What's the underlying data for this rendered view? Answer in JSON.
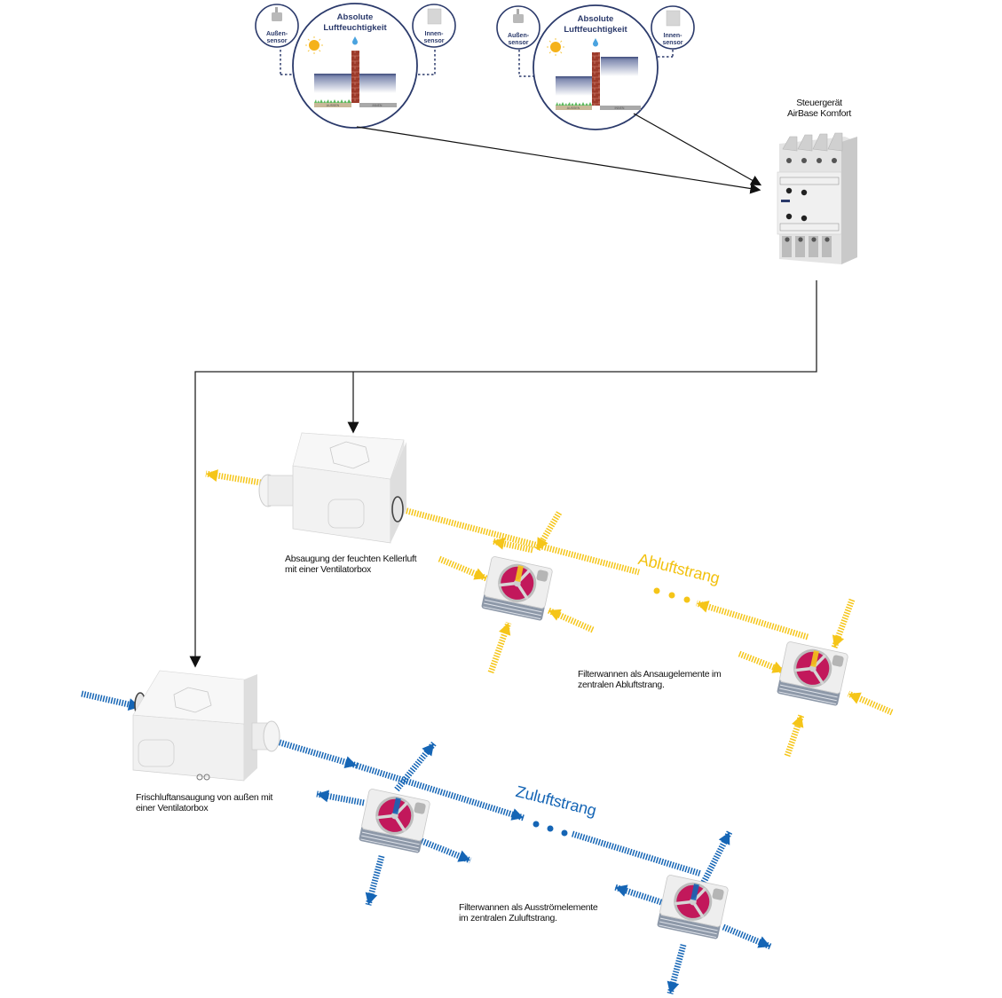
{
  "colors": {
    "exhaust": "#f5c518",
    "supply": "#1565b5",
    "navy": "#2b3a6b",
    "brick": "#9c3a2a",
    "filter_center": "#c2185b",
    "line": "#222222"
  },
  "humidity_panels": [
    {
      "id": "equal",
      "title_line1": "Absolute",
      "title_line2": "Luftfeuchtigkeit",
      "outside_sensor_line1": "Außen-",
      "outside_sensor_line2": "sensor",
      "inside_sensor_line1": "Innen-",
      "inside_sensor_line2": "sensor",
      "ground_left": "AUSSEN",
      "ground_right": "INNEN",
      "outside_level": 0.5,
      "inside_level": 0.5
    },
    {
      "id": "inside-higher",
      "title_line1": "Absolute",
      "title_line2": "Luftfeuchtigkeit",
      "outside_sensor_line1": "Außen-",
      "outside_sensor_line2": "sensor",
      "inside_sensor_line1": "Innen-",
      "inside_sensor_line2": "sensor",
      "ground_left": "AUSSEN",
      "ground_right": "INNEN",
      "outside_level": 0.4,
      "inside_level": 0.7
    }
  ],
  "controller": {
    "title_line1": "Steuergerät",
    "title_line2": "AirBase Komfort"
  },
  "exhaust": {
    "box_caption_line1": "Absaugung der feuchten Kellerluft",
    "box_caption_line2": "mit einer Ventilatorbox",
    "strand_label": "Abluftstrang",
    "filter_caption_line1": "Filterwannen als Ansaugelemente im",
    "filter_caption_line2": "zentralen Abluftstrang."
  },
  "supply": {
    "box_caption_line1": "Frischluftansaugung von außen mit",
    "box_caption_line2": "einer Ventilatorbox",
    "strand_label": "Zuluftstrang",
    "filter_caption_line1": "Filterwannen als Ausströmelemente",
    "filter_caption_line2": "im zentralen Zuluftstrang."
  }
}
